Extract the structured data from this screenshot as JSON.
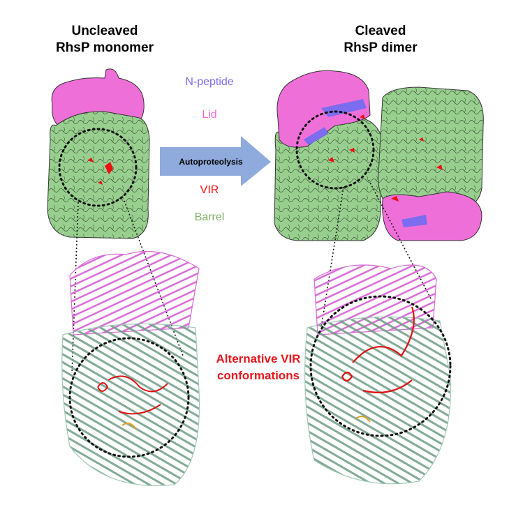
{
  "titles": {
    "left": [
      "Uncleaved",
      "RhsP monomer"
    ],
    "right": [
      "Cleaved",
      "RhsP dimer"
    ]
  },
  "legend": {
    "n_peptide": "N-peptide",
    "lid": "Lid",
    "vir": "VIR",
    "barrel": "Barrel"
  },
  "arrow_label": "Autoproteolysis",
  "annotation": [
    "Alternative VIR",
    "conformations"
  ],
  "colors": {
    "n_peptide": "#7b6cf0",
    "lid": "#f067d8",
    "vir": "#f01010",
    "barrel": "#7fb06a",
    "barrel_fill": "#96cf8e",
    "arrow": "#8faadc",
    "ribbon": "#8fbfa8"
  }
}
